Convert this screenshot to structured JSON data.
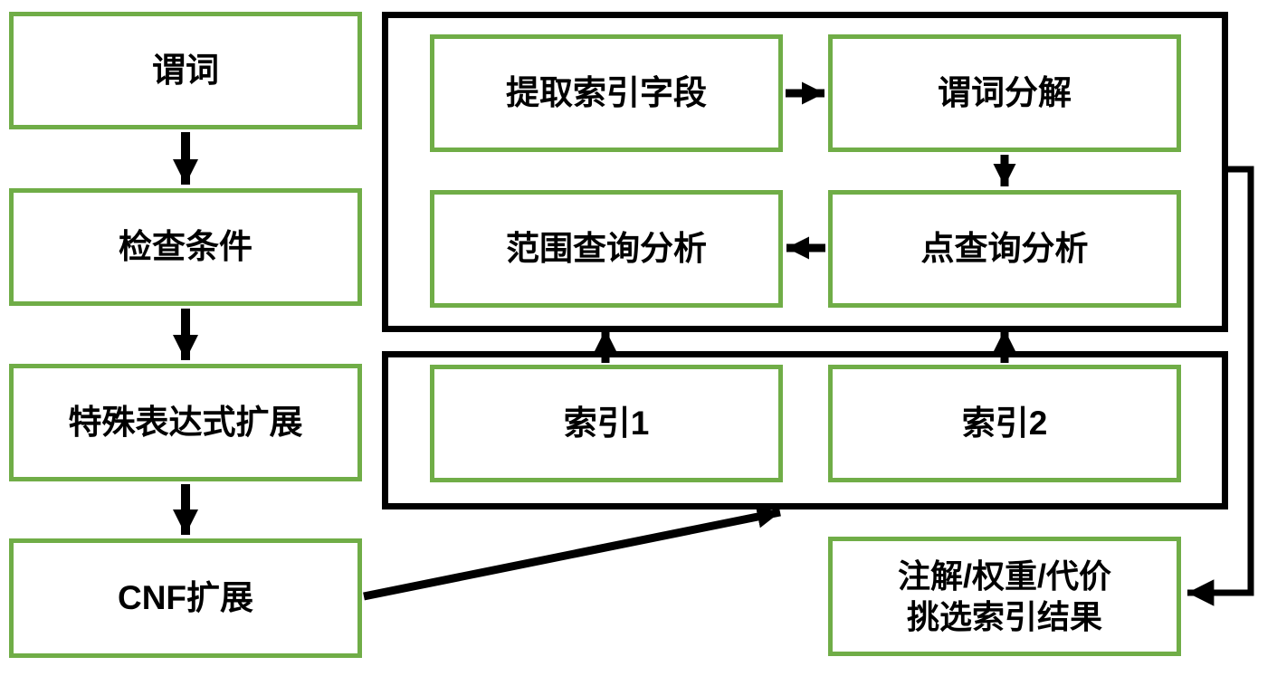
{
  "diagram": {
    "title": "index-selection-flowchart",
    "colors": {
      "node_border": "#70AD47",
      "node_fill": "#FFFFFF",
      "connector": "#000000",
      "text": "#000000",
      "background": "#FFFFFF"
    },
    "nodes": {
      "predicate": "谓词",
      "check_condition": "检查条件",
      "special_expr_expand": "特殊表达式扩展",
      "cnf_expand": "CNF扩展",
      "extract_index_fields": "提取索引字段",
      "predicate_decompose": "谓词分解",
      "range_query_analysis": "范围查询分析",
      "point_query_analysis": "点查询分析",
      "index1": "索引1",
      "index2": "索引2",
      "result_line1": "注解/权重/代价",
      "result_line2": "挑选索引结果"
    }
  }
}
